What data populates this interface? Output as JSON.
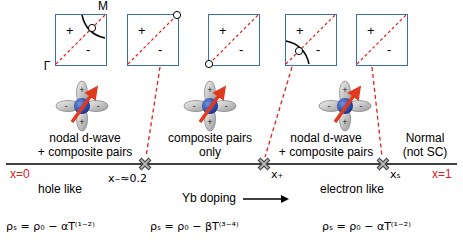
{
  "diagram": {
    "nodes": [
      {
        "text": [
          "+",
          "-"
        ]
      },
      {
        "text": [
          "+",
          "-"
        ]
      },
      {
        "text": [
          "+",
          "-"
        ]
      },
      {
        "text": [
          "+",
          "-"
        ]
      },
      {
        "text": [
          "+",
          "-"
        ]
      }
    ],
    "labels": [
      "M",
      "Γ",
      "+",
      "-",
      "-",
      "+",
      "+",
      "-",
      "-",
      "+",
      "+",
      "-",
      "-",
      "+",
      "nodal d-wave",
      "+ composite pairs",
      "composite pairs",
      "only",
      "nodal d-wave",
      "+ composite pairs",
      "Normal",
      "(not SC)",
      "x=0",
      "x₋≈0.2",
      "x₊",
      "xₛ",
      "x=1",
      "hole like",
      "Yb doping",
      "electron like",
      "ρₛ = ρ₀ − αT⁽¹⁻²⁾",
      "ρₛ = ρ₀ − βT⁽³⁻⁴⁾",
      "ρₛ = ρ₀ − αT⁽¹⁻²⁾"
    ]
  }
}
